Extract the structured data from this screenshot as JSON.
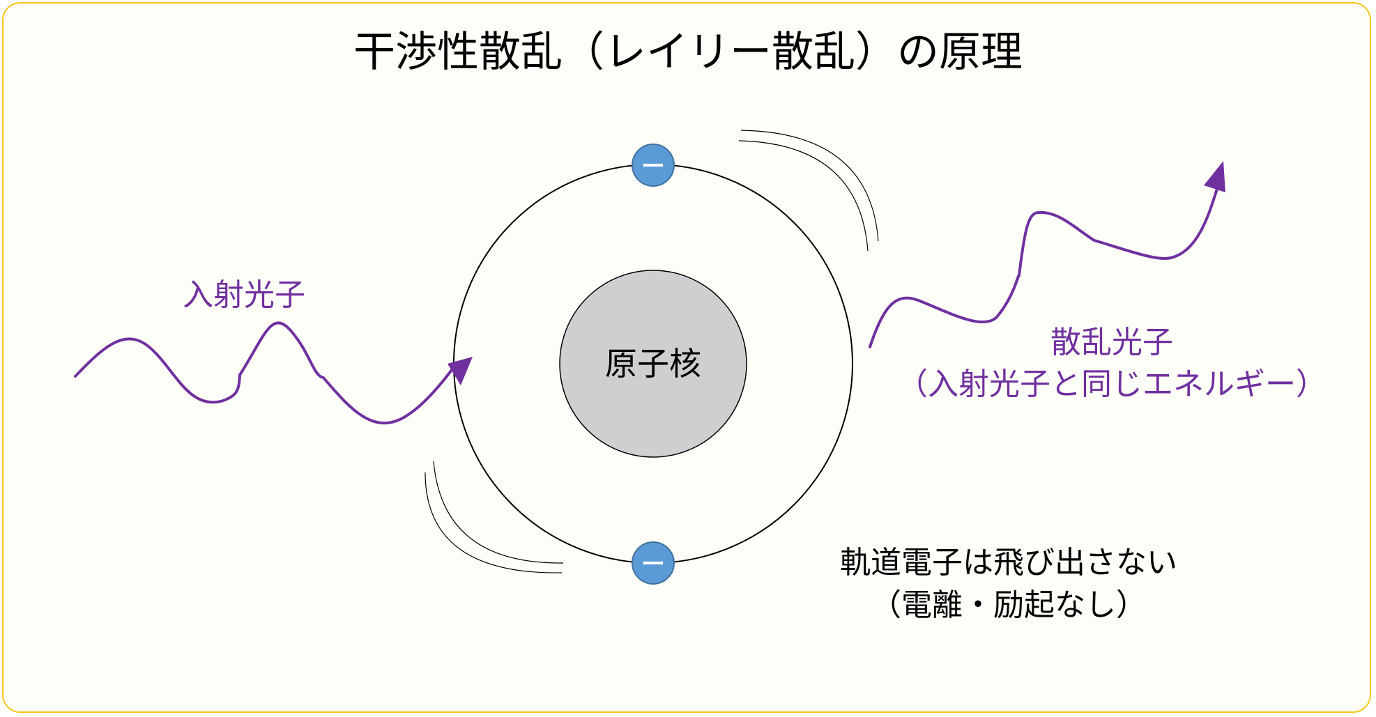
{
  "title": "干渉性散乱（レイリー散乱）の原理",
  "incident_label": "入射光子",
  "scattered_label": {
    "line1": "散乱光子",
    "line2": "（入射光子と同じエネルギー）"
  },
  "nucleus_label": "原子核",
  "electrons": [
    {
      "label": "ー"
    },
    {
      "label": "ー"
    }
  ],
  "note": {
    "line1": "軌道電子は飛び出さない",
    "line2": "（電離・励起なし）"
  },
  "colors": {
    "photon": "#7030a0",
    "electron_fill": "#5b9bd5",
    "electron_stroke": "#41719c",
    "nucleus_fill": "#d0ced1",
    "orbit_stroke": "#000000",
    "panel_border": "#f5c518",
    "panel_bg": "#fefef8"
  }
}
